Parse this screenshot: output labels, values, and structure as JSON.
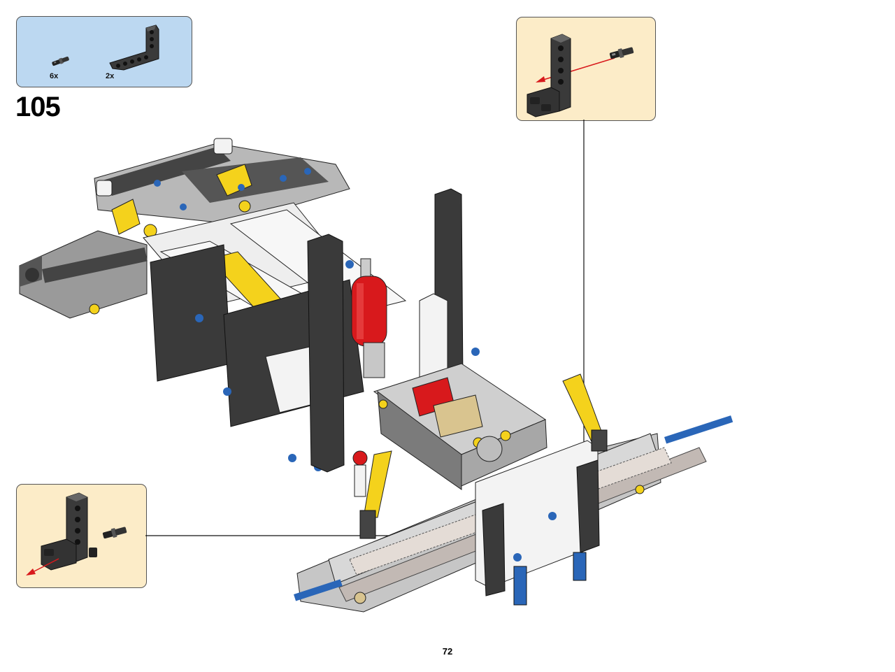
{
  "parts_list": {
    "items": [
      {
        "qty": "6x",
        "icon": "axle-pin-connector-icon"
      },
      {
        "qty": "2x",
        "icon": "l-beam-icon"
      }
    ]
  },
  "step": {
    "number": "105"
  },
  "page": {
    "number": "72"
  },
  "colors": {
    "parts_box_bg": "#bcd8f1",
    "callout_bg": "#fcecc8",
    "beam_dark": "#3a3a3a",
    "beam_light": "#e8e8e8",
    "accent_yellow": "#f4d21c",
    "accent_red": "#d8191c",
    "accent_blue": "#2a66b8"
  }
}
